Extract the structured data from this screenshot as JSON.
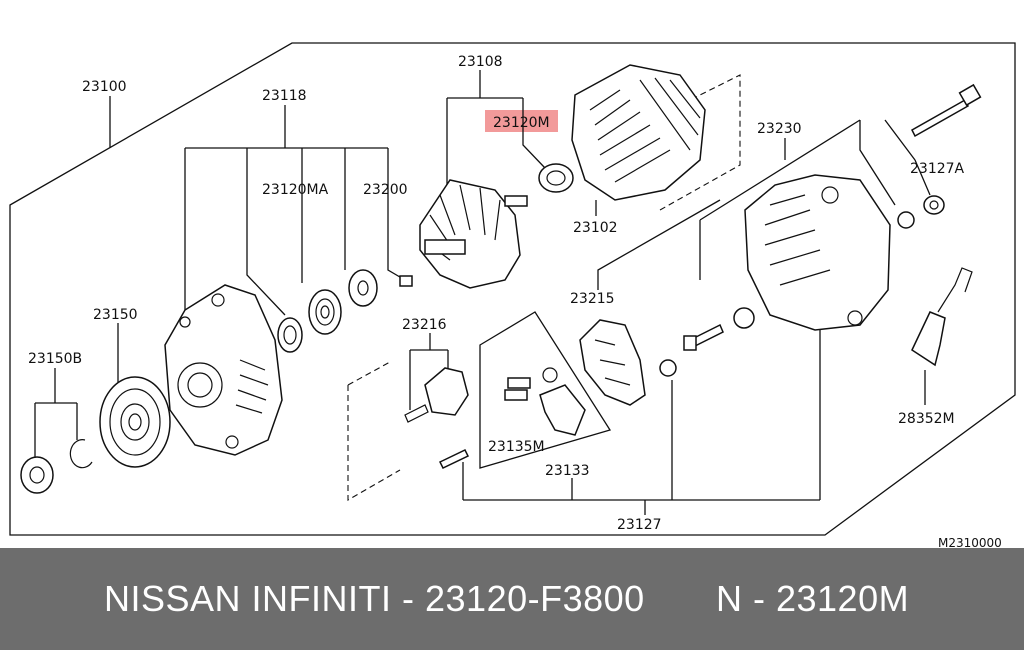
{
  "diagram": {
    "labels": {
      "p23100": "23100",
      "p23108": "23108",
      "p23118": "23118",
      "p23120M": "23120M",
      "p23120MA": "23120MA",
      "p23200": "23200",
      "p23102": "23102",
      "p23230": "23230",
      "p23127A": "23127A",
      "p23150": "23150",
      "p23150B": "23150B",
      "p23215": "23215",
      "p23216": "23216",
      "p23135M": "23135M",
      "p23133": "23133",
      "p23127": "23127",
      "p28352M": "28352M",
      "figure_code": "M2310000"
    },
    "highlight_color": "#f29a9a"
  },
  "footer": {
    "left": "NISSAN INFINITI - 23120-F3800",
    "right": "N - 23120M",
    "background": "#6d6d6d"
  }
}
